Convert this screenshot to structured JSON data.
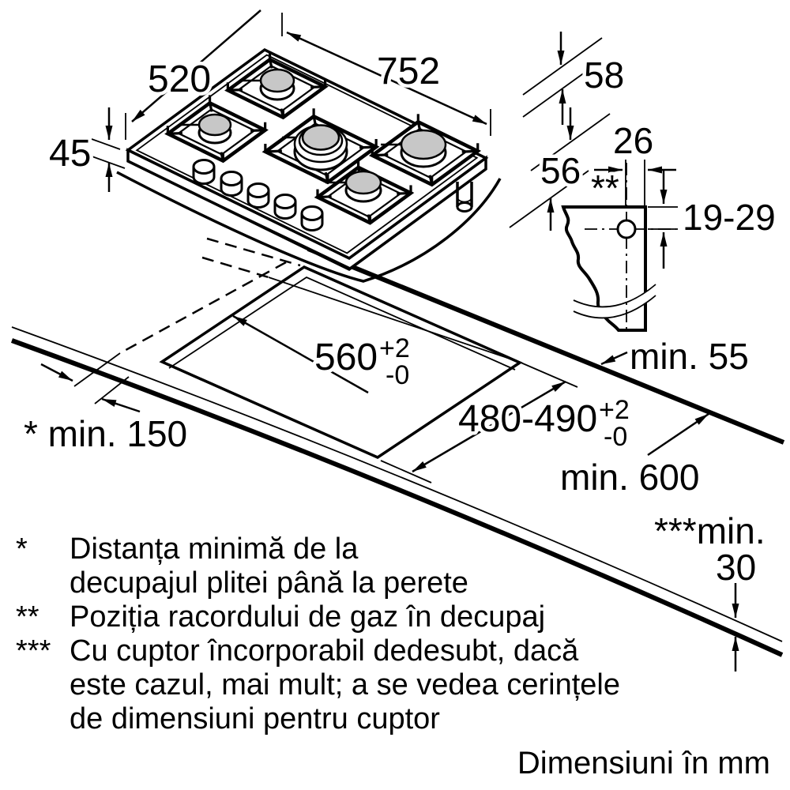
{
  "dimensions": {
    "hob_depth": "520",
    "hob_width": "752",
    "hob_front_height": "45",
    "hob_height_above": "58",
    "hob_height_below": "56",
    "gas_offset": "26",
    "gas_marker": "**",
    "gas_vertical_range": "19-29",
    "cutout_width": "560",
    "cutout_width_tol_plus": "+2",
    "cutout_width_tol_minus": "-0",
    "cutout_depth": "480-490",
    "cutout_depth_tol_plus": "+2",
    "cutout_depth_tol_minus": "-0",
    "rear_clearance": "min. 55",
    "side_clearance": "* min. 150",
    "worktop_depth": "min. 600",
    "under_clearance_label": "***min.",
    "under_clearance_value": "30"
  },
  "footnotes": [
    {
      "marker": "*",
      "lines": [
        "Distanța minimă de la",
        "decupajul plitei până la perete"
      ]
    },
    {
      "marker": "**",
      "lines": [
        "Poziția racordului de gaz în decupaj"
      ]
    },
    {
      "marker": "***",
      "lines": [
        "Cu cuptor încorporabil dedesubt, dacă",
        "este cazul, mai mult; a se vedea cerințele",
        "de dimensiuni pentru cuptor"
      ]
    }
  ],
  "units_note": "Dimensiuni în mm"
}
